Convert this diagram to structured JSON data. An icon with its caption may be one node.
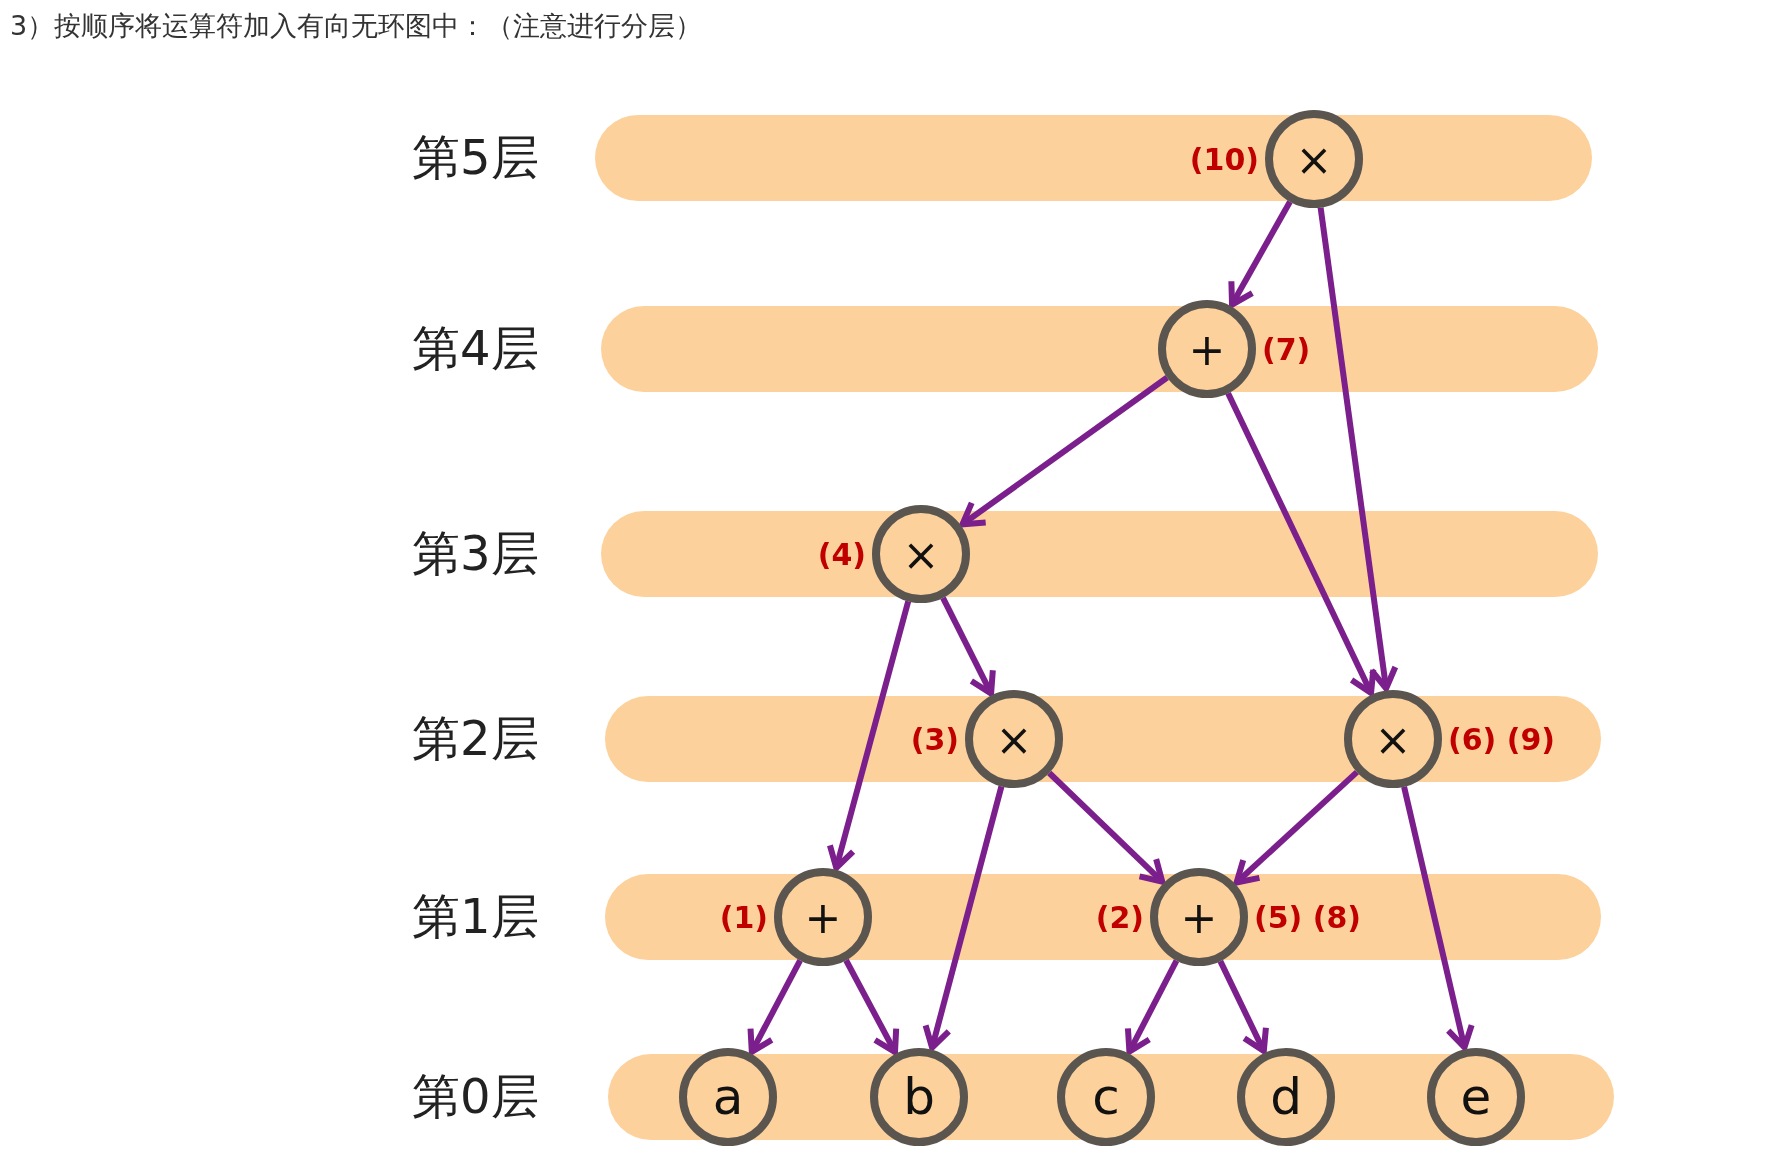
{
  "diagram": {
    "title": "3）按顺序将运算符加入有向无环图中：（注意进行分层）",
    "nodes": [
      {
        "text": [
          "第5层"
        ]
      },
      {
        "text": [
          "×"
        ],
        "in": 0,
        "beside": [
          "(10)"
        ]
      },
      {
        "text": [
          "第4层"
        ]
      },
      {
        "text": [
          "+"
        ],
        "in": 2,
        "beside": [
          "(7)"
        ]
      },
      {
        "text": [
          "第3层"
        ]
      },
      {
        "text": [
          "×"
        ],
        "in": 4,
        "beside": [
          "(4)"
        ]
      },
      {
        "text": [
          "第2层"
        ]
      },
      {
        "text": [
          "×"
        ],
        "in": 6,
        "beside": [
          "(3)"
        ]
      },
      {
        "text": [
          "×"
        ],
        "in": 6,
        "beside": [
          "(6) (9)"
        ]
      },
      {
        "text": [
          "第1层"
        ]
      },
      {
        "text": [
          "+"
        ],
        "in": 9,
        "beside": [
          "(1)"
        ]
      },
      {
        "text": [
          "+"
        ],
        "in": 9,
        "beside": [
          "(2)",
          "(5) (8)"
        ]
      },
      {
        "text": [
          "第0层"
        ]
      },
      {
        "text": [
          "a"
        ],
        "in": 12
      },
      {
        "text": [
          "b"
        ],
        "in": 12
      },
      {
        "text": [
          "c"
        ],
        "in": 12
      },
      {
        "text": [
          "d"
        ],
        "in": 12
      },
      {
        "text": [
          "e"
        ],
        "in": 12
      }
    ],
    "edges": [
      {
        "from": 1,
        "to": 3,
        "arrow": "to"
      },
      {
        "from": 1,
        "to": 8,
        "arrow": "to"
      },
      {
        "from": 3,
        "to": 5,
        "arrow": "to"
      },
      {
        "from": 3,
        "to": 8,
        "arrow": "to"
      },
      {
        "from": 5,
        "to": 10,
        "arrow": "to"
      },
      {
        "from": 5,
        "to": 7,
        "arrow": "to"
      },
      {
        "from": 7,
        "to": 14,
        "arrow": "to"
      },
      {
        "from": 7,
        "to": 11,
        "arrow": "to"
      },
      {
        "from": 8,
        "to": 11,
        "arrow": "to"
      },
      {
        "from": 8,
        "to": 17,
        "arrow": "to"
      },
      {
        "from": 10,
        "to": 13,
        "arrow": "to"
      },
      {
        "from": 10,
        "to": 14,
        "arrow": "to"
      },
      {
        "from": 11,
        "to": 15,
        "arrow": "to"
      },
      {
        "from": 11,
        "to": 16,
        "arrow": "to"
      }
    ]
  }
}
